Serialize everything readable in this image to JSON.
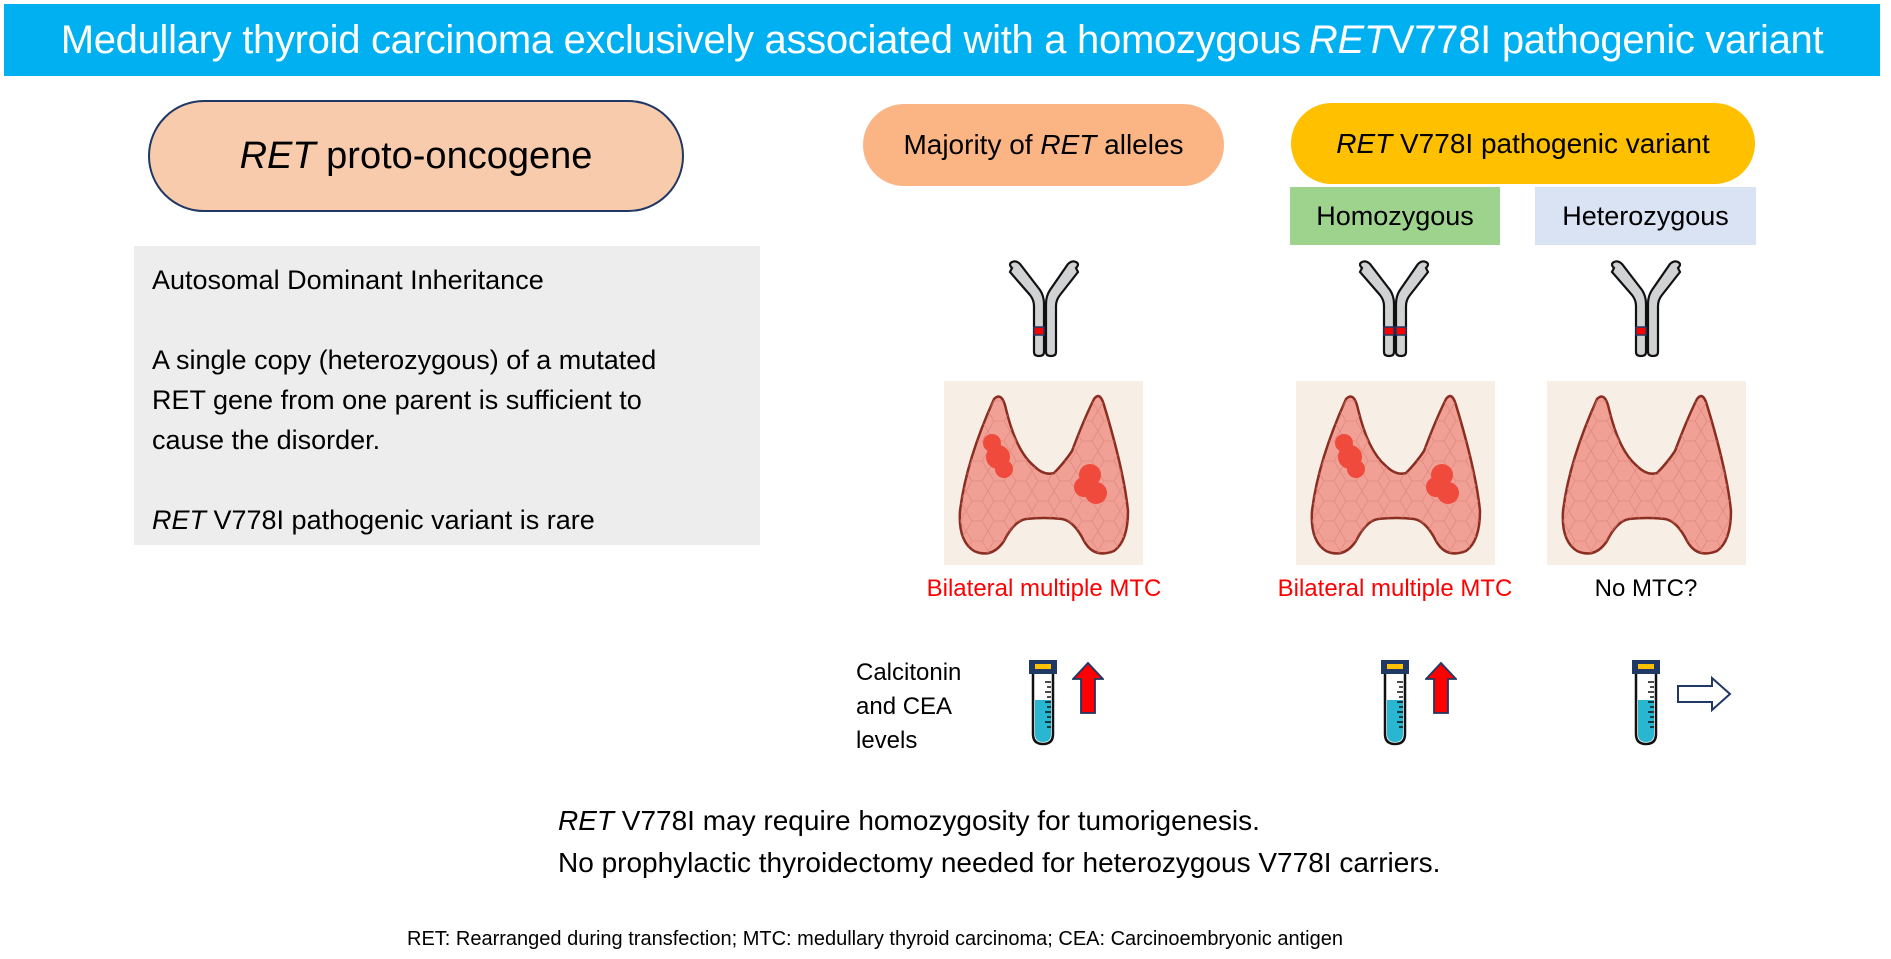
{
  "title": {
    "prefix": "Medullary thyroid carcinoma exclusively associated with a homozygous ",
    "italic": "RET",
    "suffix": " V778I pathogenic variant"
  },
  "oncogene_pill": {
    "italic": "RET",
    "text": " proto-oncogene"
  },
  "info_box": {
    "line1": "Autosomal Dominant Inheritance",
    "line2": "A single copy (heterozygous) of a mutated",
    "line3": "RET gene from one parent is sufficient to",
    "line4": "cause the disorder.",
    "line5_italic": "RET",
    "line5_text": " V778I pathogenic variant is rare"
  },
  "columns": {
    "majority": {
      "pill_prefix": "Majority of ",
      "pill_italic": "RET",
      "pill_suffix": " alleles",
      "chromosome_bands": 1,
      "mtc_label": "Bilateral multiple MTC",
      "marker_trend": "up-arrow-icon"
    },
    "variant": {
      "pill_italic": "RET",
      "pill_text": " V778I pathogenic variant",
      "homozygous": {
        "label": "Homozygous",
        "chromosome_bands": 2,
        "mtc_label": "Bilateral multiple MTC",
        "marker_trend": "up-arrow-icon"
      },
      "heterozygous": {
        "label": "Heterozygous",
        "chromosome_bands": 1,
        "mtc_label": "No MTC?",
        "marker_trend": "right-arrow-icon"
      }
    }
  },
  "calcitonin_label": {
    "line1": "Calcitonin",
    "line2": "and CEA",
    "line3": "levels"
  },
  "conclusion": {
    "line1_italic": "RET",
    "line1_text": " V778I may require homozygosity for tumorigenesis.",
    "line2": "No prophylactic thyroidectomy needed for heterozygous V778I carriers."
  },
  "footnote": "RET: Rearranged during transfection; MTC: medullary thyroid carcinoma; CEA: Carcinoembryonic antigen",
  "colors": {
    "header_bg": "#00b0f0",
    "oncogene_pill": "#f8cbad",
    "majority_pill": "#fbb584",
    "variant_pill": "#ffc000",
    "homozygous_box": "#9dd38c",
    "heterozygous_box": "#dae3f3",
    "mtc_positive_text": "#ff0000",
    "up_arrow": "#ff0000"
  }
}
